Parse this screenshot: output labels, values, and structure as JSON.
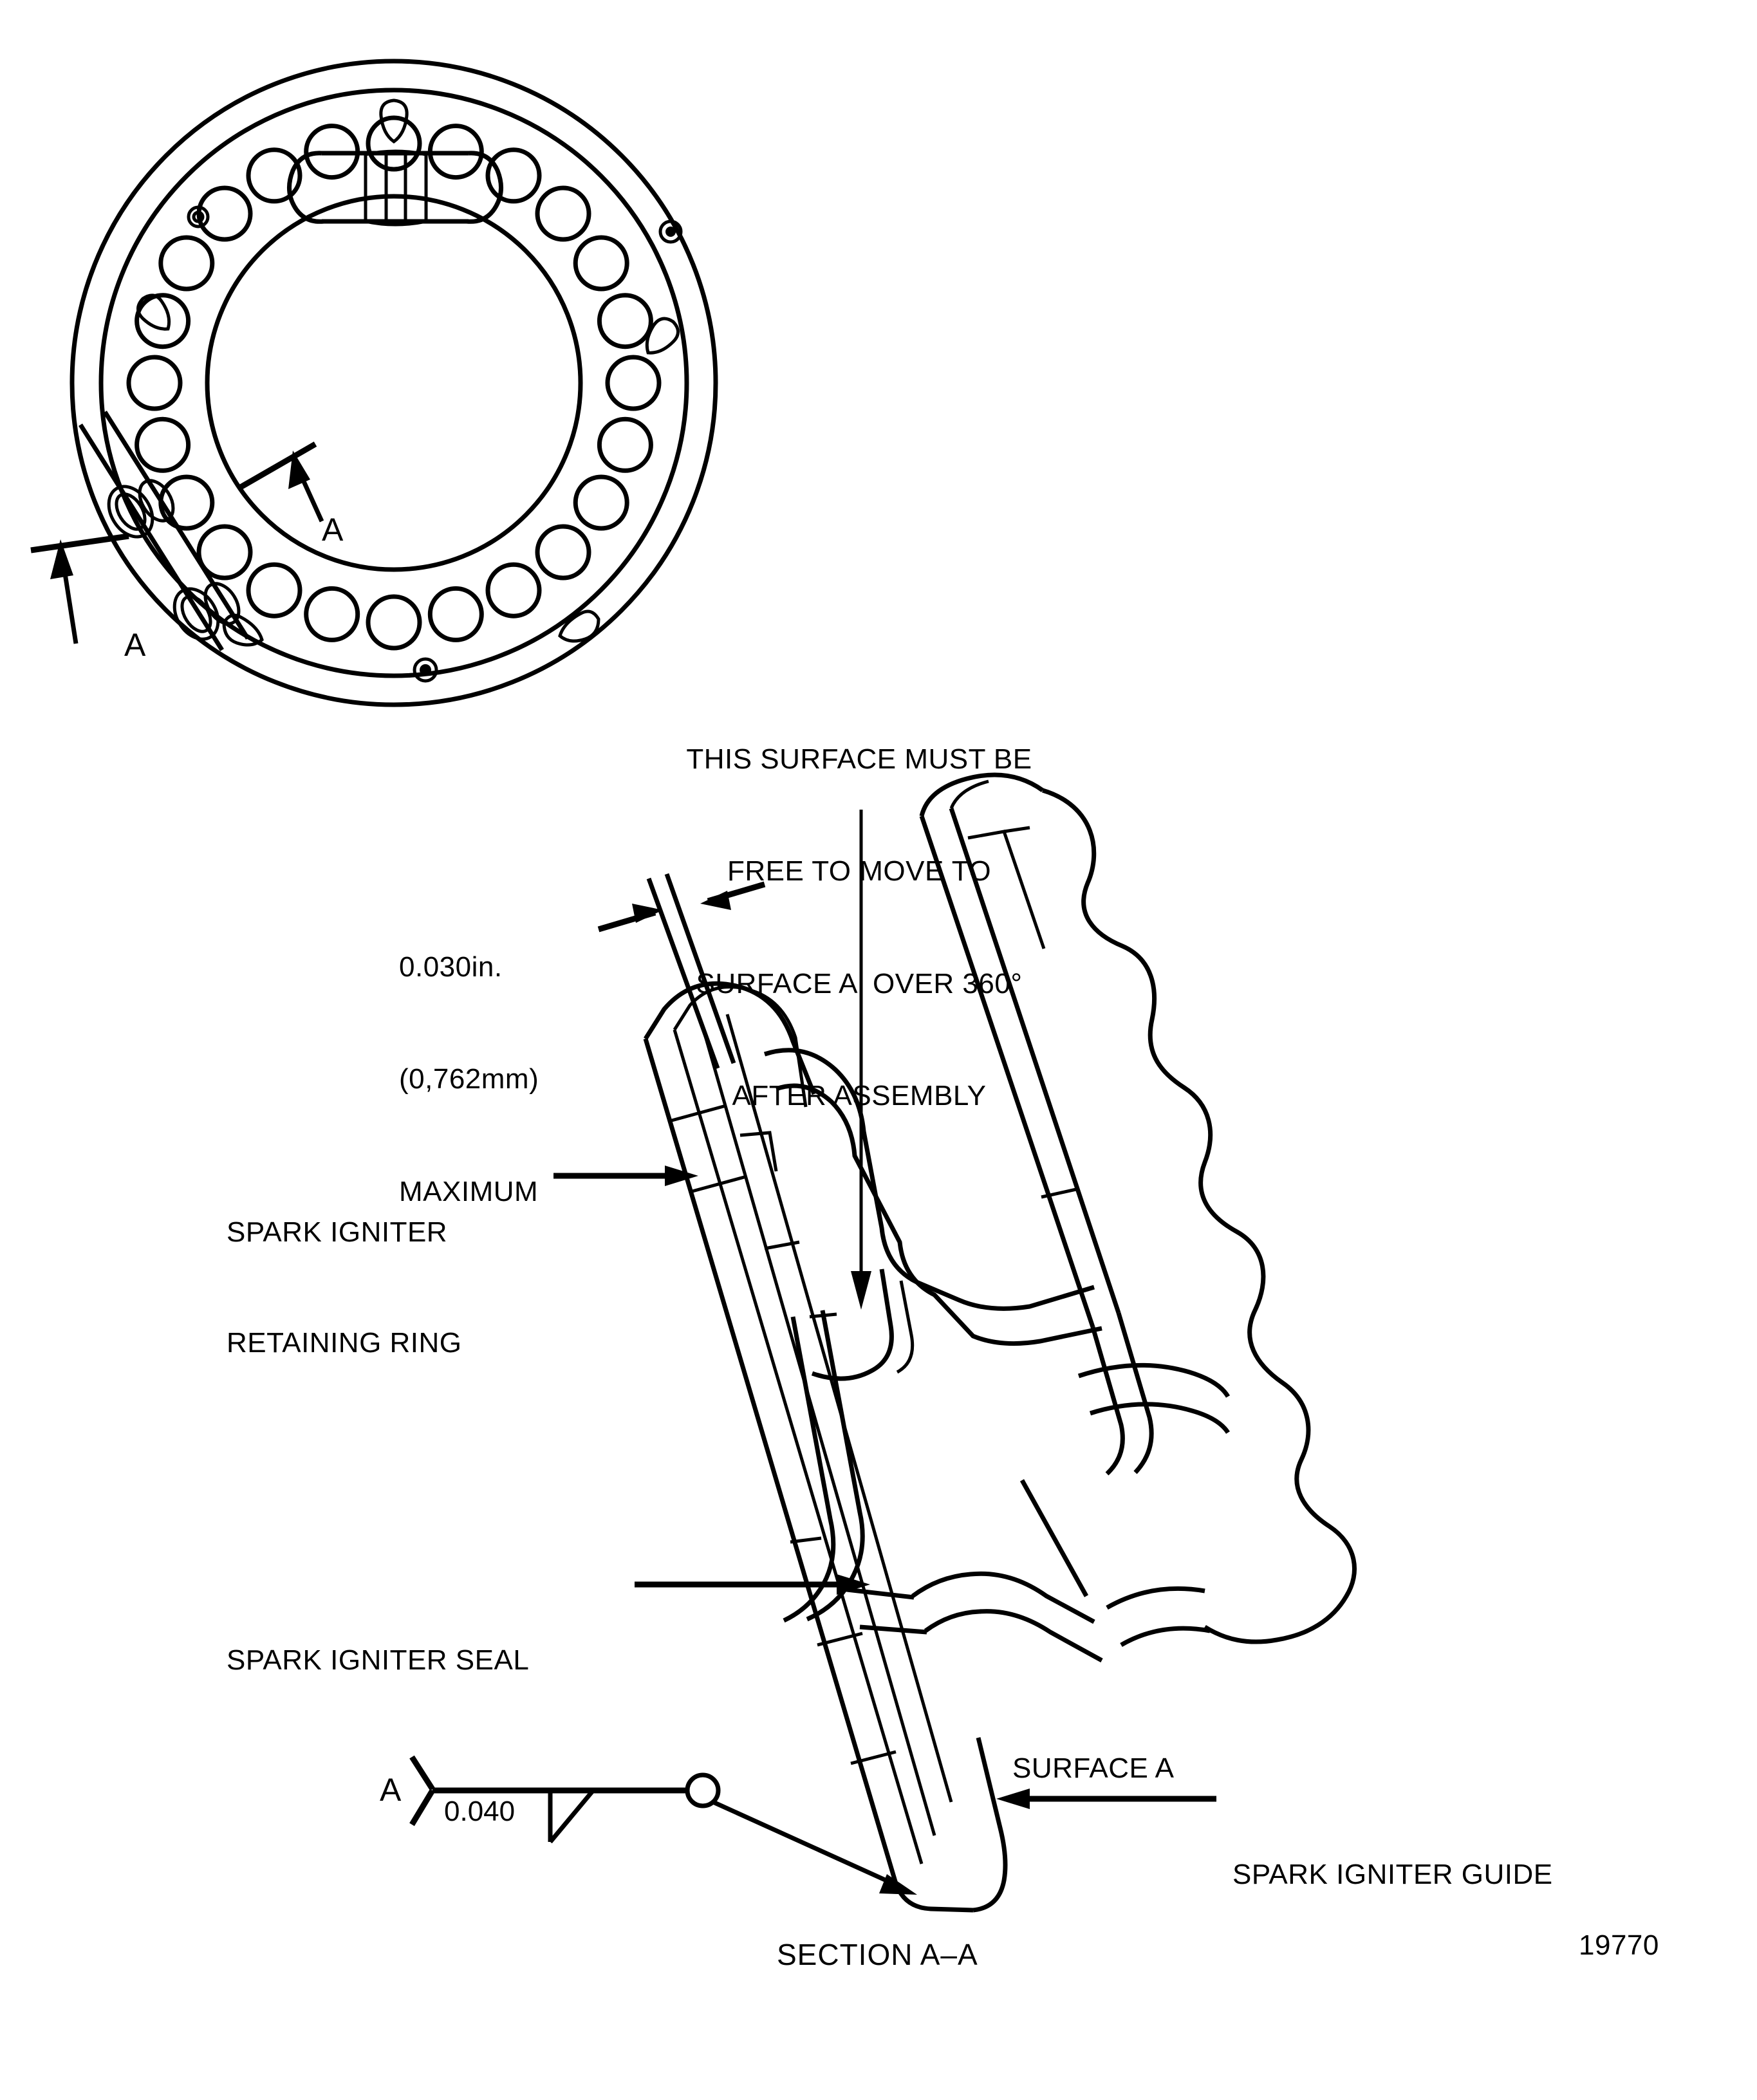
{
  "drawing": {
    "figure_number": "19770",
    "section_caption": "SECTION A–A",
    "top_view": {
      "section_arrow_outer_label": "A",
      "section_arrow_inner_label": "A"
    },
    "notes": [
      {
        "id": "surface-free-note",
        "lines": [
          "THIS SURFACE MUST BE",
          "FREE TO MOVE TO",
          "SURFACE A  OVER 360°",
          "AFTER ASSEMBLY"
        ],
        "text": "THIS SURFACE MUST BE FREE TO MOVE TO SURFACE A  OVER 360° AFTER ASSEMBLY"
      },
      {
        "id": "clearance-dimension",
        "lines": [
          "0.030in.",
          "(0,762mm)",
          "MAXIMUM"
        ],
        "text": "0.030in. (0,762mm) MAXIMUM",
        "value_inch": "0.030in.",
        "value_mm": "(0,762mm)",
        "qualifier": "MAXIMUM"
      }
    ],
    "callouts": [
      {
        "id": "spark-igniter-retaining-ring",
        "lines": [
          "SPARK IGNITER",
          "RETAINING RING"
        ],
        "text": "SPARK IGNITER RETAINING RING"
      },
      {
        "id": "spark-igniter-seal",
        "lines": [
          "SPARK IGNITER SEAL"
        ],
        "text": "SPARK IGNITER SEAL"
      },
      {
        "id": "surface-a",
        "lines": [
          "SURFACE A"
        ],
        "text": "SURFACE A"
      },
      {
        "id": "spark-igniter-guide",
        "lines": [
          "SPARK IGNITER GUIDE"
        ],
        "text": "SPARK IGNITER GUIDE"
      }
    ],
    "gdt_symbol": {
      "datum_letter": "A",
      "value": "0.040"
    },
    "colors": {
      "line": "#000000",
      "background": "#ffffff"
    }
  }
}
